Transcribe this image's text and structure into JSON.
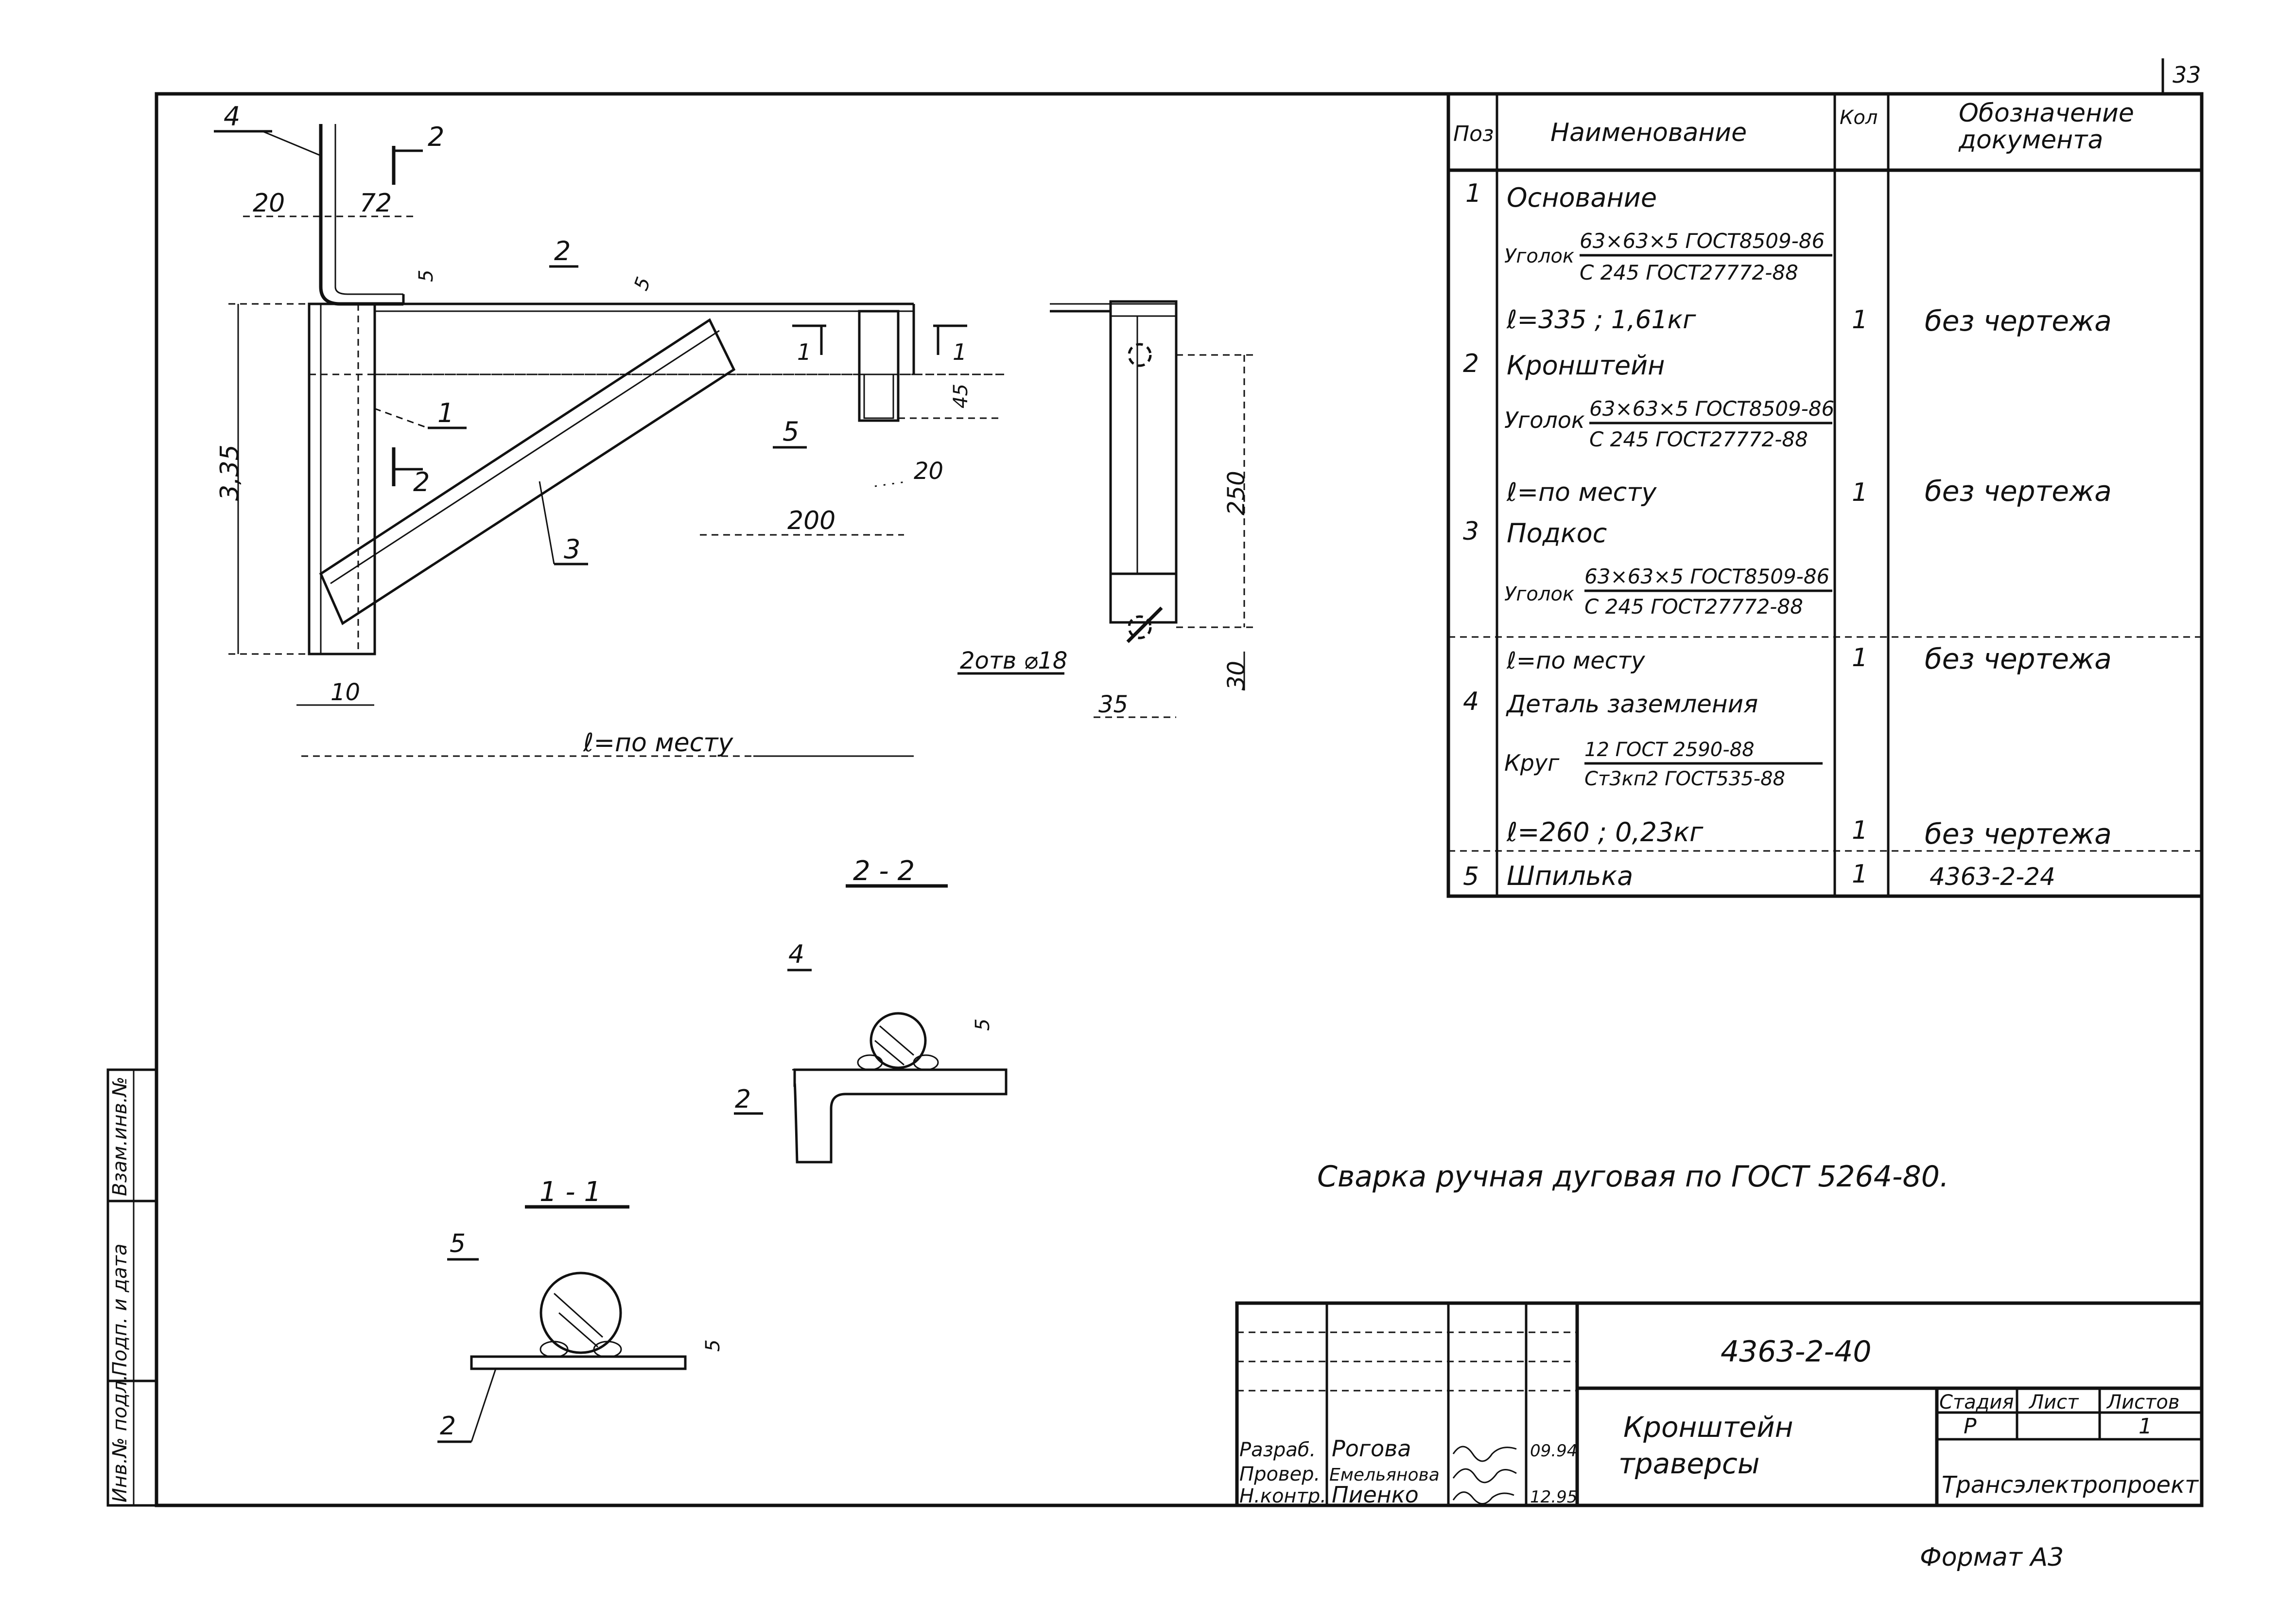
{
  "sheet": {
    "corner_number": "33",
    "format": "Формат А3",
    "note": "Сварка ручная дуговая по ГОСТ 5264-80."
  },
  "view_main": {
    "callouts": [
      "4",
      "2",
      "1",
      "3",
      "5"
    ],
    "section_mark": "2",
    "section_mark_1": "1",
    "dims": {
      "d20": "20",
      "d72": "72",
      "d5a": "5",
      "d5b": "5",
      "d335": "3,35",
      "d45": "45",
      "d20b": "20",
      "d200": "200",
      "d10": "10",
      "length": "ℓ=по месту"
    }
  },
  "view_side": {
    "d250": "250",
    "d30": "30",
    "d35": "35",
    "holes": "2отв ⌀18"
  },
  "section_2_2": {
    "title": "2 - 2",
    "callout_4": "4",
    "callout_2": "2",
    "d5": "5"
  },
  "section_1_1": {
    "title": "1 - 1",
    "callout_5": "5",
    "callout_2": "2",
    "d5": "5"
  },
  "spec_table": {
    "headers": {
      "pos": "Поз",
      "name": "Наименование",
      "qty": "Кол",
      "doc_line1": "Обозначение",
      "doc_line2": "документа"
    },
    "rows": [
      {
        "pos": "1",
        "name": "Основание",
        "qty": "",
        "doc": ""
      },
      {
        "pos": "",
        "name_prefix": "Уголок",
        "frac_top": "63×63×5 ГОСТ8509-86",
        "frac_bottom": "С 245    ГОСТ27772-88",
        "qty": "",
        "doc": ""
      },
      {
        "pos": "",
        "name": "ℓ=335 ; 1,61кг",
        "qty": "1",
        "doc": "без чертежа"
      },
      {
        "pos": "2",
        "name": "Кронштейн",
        "qty": "",
        "doc": ""
      },
      {
        "pos": "",
        "name_prefix": "Уголок",
        "frac_top": "63×63×5 ГОСТ8509-86",
        "frac_bottom": "С 245    ГОСТ27772-88",
        "qty": "",
        "doc": ""
      },
      {
        "pos": "",
        "name": "ℓ=по месту",
        "qty": "1",
        "doc": "без чертежа"
      },
      {
        "pos": "3",
        "name": "Подкос",
        "qty": "",
        "doc": ""
      },
      {
        "pos": "",
        "name_prefix": "Уголок",
        "frac_top": "63×63×5 ГОСТ8509-86",
        "frac_bottom": "С 245    ГОСТ27772-88",
        "qty": "",
        "doc": ""
      },
      {
        "pos": "",
        "name": "ℓ=по месту",
        "qty": "1",
        "doc": "без чертежа"
      },
      {
        "pos": "4",
        "name": "Деталь заземления",
        "qty": "",
        "doc": ""
      },
      {
        "pos": "",
        "name_prefix": "Круг",
        "frac_top": "12 ГОСТ 2590-88",
        "frac_bottom": "Ст3кп2 ГОСТ535-88",
        "qty": "",
        "doc": ""
      },
      {
        "pos": "",
        "name": "ℓ=260 ; 0,23кг",
        "qty": "1",
        "doc": "без чертежа"
      },
      {
        "pos": "5",
        "name": "Шпилька",
        "qty": "1",
        "doc": "4363-2-24"
      }
    ]
  },
  "title_block": {
    "doc_number": "4363-2-40",
    "title_line1": "Кронштейн",
    "title_line2": "траверсы",
    "stage_label": "Стадия",
    "sheet_label": "Лист",
    "sheets_label": "Листов",
    "stage": "Р",
    "sheet": "",
    "sheets": "1",
    "org": "Трансэлектропроект",
    "people": [
      {
        "role": "Разраб.",
        "name": "Рогова",
        "date": "09.94"
      },
      {
        "role": "Провер.",
        "name": "Емельянова",
        "date": ""
      },
      {
        "role": "Н.контр.",
        "name": "Пиенко",
        "date": "12.95"
      }
    ]
  },
  "side_stamp": {
    "f1": "Взам.инв.№",
    "f2": "Подп. и дата",
    "f3": "Инв.№ подл."
  }
}
